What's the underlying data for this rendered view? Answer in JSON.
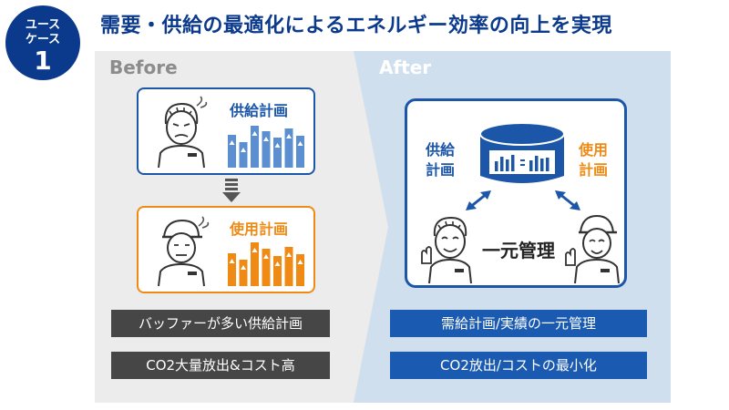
{
  "badge": {
    "line1": "ユース",
    "line2": "ケース",
    "number": "1"
  },
  "title": "需要・供給の最適化によるエネルギー効率の向上を実現",
  "before": {
    "label": "Before",
    "supply_card_title": "供給計画",
    "usage_card_title": "使用計画",
    "pills": [
      "バッファーが多い供給計画",
      "CO2大量放出&コスト高"
    ]
  },
  "after": {
    "label": "After",
    "supply_label_l1": "供給",
    "supply_label_l2": "計画",
    "usage_label_l1": "使用",
    "usage_label_l2": "計画",
    "center_label": "一元管理",
    "pills": [
      "需給計画/実績の一元管理",
      "CO2放出/コストの最小化"
    ]
  },
  "colors": {
    "brand_blue": "#0b3a8c",
    "card_blue": "#1b56a8",
    "orange": "#ef8a14",
    "bar_blue": "#5b8fd2",
    "bar_orange": "#ef8a14",
    "before_bg": "#ececec",
    "after_bg": "#cfdfee"
  },
  "icons": {
    "badge": "use-case-badge",
    "down_arrow": "triple-chevron-down-icon",
    "database": "database-cylinder-icon",
    "double_arrow": "double-headed-arrow-icon",
    "person_worried": "worried-worker-icon",
    "person_happy": "happy-worker-icon"
  },
  "bar_charts": {
    "supply_heights": [
      0.72,
      0.55,
      0.92,
      0.8,
      0.65,
      0.85,
      0.7
    ],
    "usage_heights": [
      0.72,
      0.58,
      0.95,
      0.82,
      0.66,
      0.86,
      0.7
    ],
    "db_heights": [
      0.55,
      0.8,
      0.65,
      0.9,
      0.6,
      0.85,
      0.7,
      0.75
    ]
  }
}
